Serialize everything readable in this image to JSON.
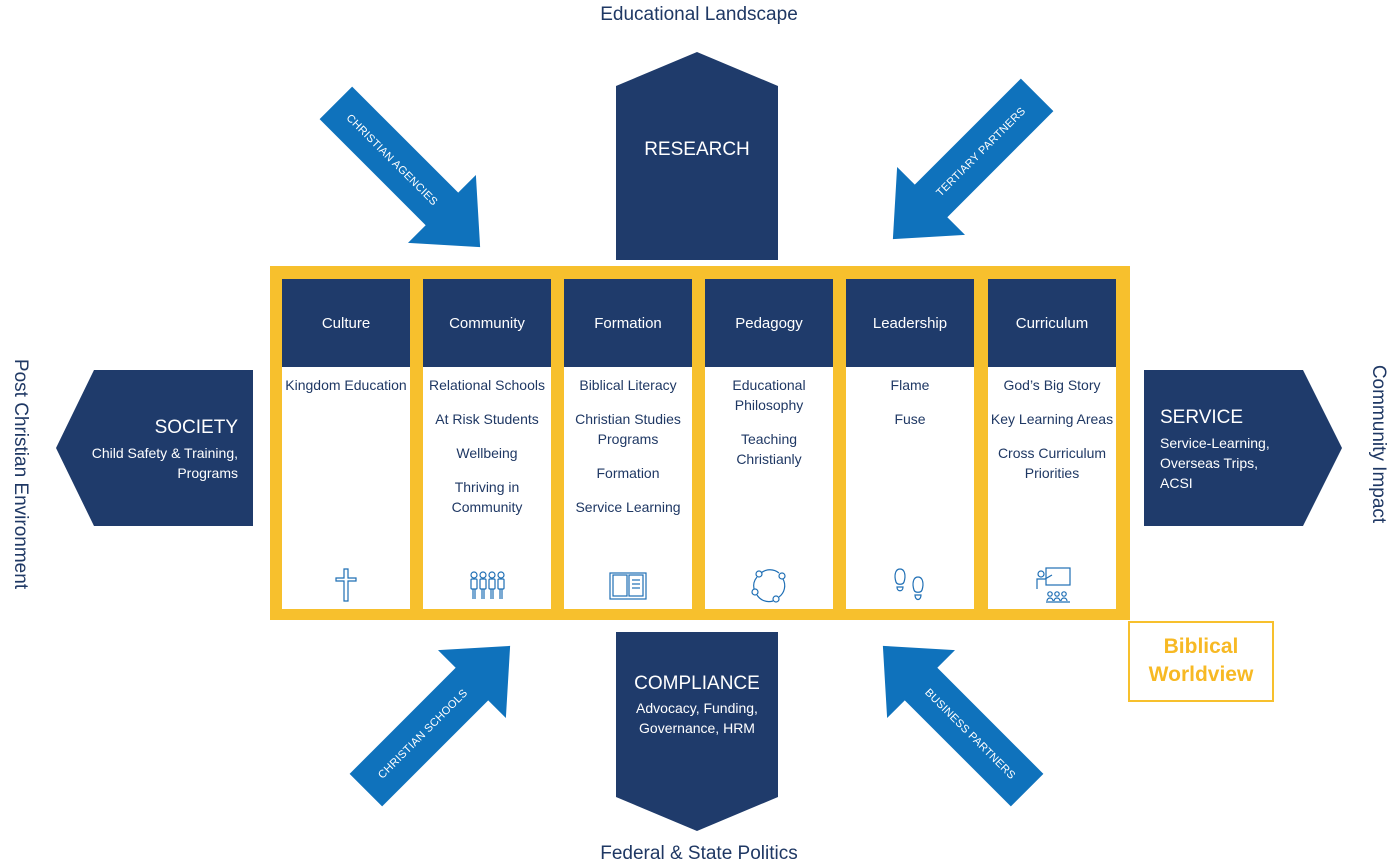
{
  "edges": {
    "top": "Educational Landscape",
    "bottom": "Federal & State Politics",
    "left": "Post Christian Environment",
    "right": "Community Impact"
  },
  "research": {
    "title": "RESEARCH"
  },
  "compliance": {
    "title": "COMPLIANCE",
    "body": "Advocacy, Funding, Governance, HRM"
  },
  "society": {
    "title": "SOCIETY",
    "body": "Child Safety & Training, Programs"
  },
  "service": {
    "title": "SERVICE",
    "body": "Service-Learning, Overseas Trips, ACSI"
  },
  "arrows": {
    "christian_agencies": "CHRISTIAN AGENCIES",
    "tertiary_partners": "TERTIARY PARTNERS",
    "christian_schools": "CHRISTIAN SCHOOLS",
    "business_partners": "BUSINESS PARTNERS"
  },
  "pillars": [
    {
      "title": "Culture",
      "items": [
        "Kingdom Education"
      ],
      "icon": "cross-icon"
    },
    {
      "title": "Community",
      "items": [
        "Relational Schools",
        "At Risk Students",
        "Wellbeing",
        "Thriving in Community"
      ],
      "icon": "people-icon"
    },
    {
      "title": "Formation",
      "items": [
        "Biblical Literacy",
        "Christian Studies Programs",
        "Formation",
        "Service Learning"
      ],
      "icon": "open-book-icon"
    },
    {
      "title": "Pedagogy",
      "items": [
        "Educational Philosophy",
        "Teaching Christianly"
      ],
      "icon": "cycle-icon"
    },
    {
      "title": "Leadership",
      "items": [
        "Flame",
        "Fuse"
      ],
      "icon": "footprints-icon"
    },
    {
      "title": "Curriculum",
      "items": [
        "God’s Big Story",
        "Key Learning Areas",
        "Cross Curriculum Priorities"
      ],
      "icon": "teacher-board-icon"
    }
  ],
  "biblical_worldview": {
    "line1": "Biblical",
    "line2": "Worldview"
  },
  "colors": {
    "navy": "#1f3b6b",
    "blue_arrow": "#0f72bc",
    "gold": "#f7c02d",
    "text": "#1f3864"
  }
}
